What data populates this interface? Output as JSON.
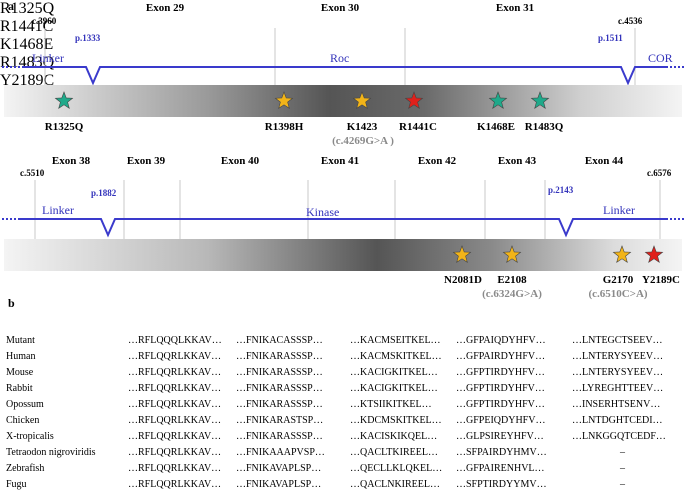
{
  "panel_a": {
    "label": "a",
    "row1": {
      "exons": [
        "Exon 29",
        "Exon 30",
        "Exon 31"
      ],
      "c_start": "c.3960",
      "c_end": "c.4536",
      "p_left": "p.1333",
      "p_right": "p.1511",
      "domains": [
        "Linker",
        "Roc",
        "COR"
      ],
      "mutations": [
        {
          "label": "R1325Q",
          "color": "#1fa98a"
        },
        {
          "label": "R1398H",
          "color": "#f2b418"
        },
        {
          "label": "K1423",
          "color": "#f2b418"
        },
        {
          "label": "R1441C",
          "color": "#e0201b"
        },
        {
          "label": "K1468E",
          "color": "#1fa98a"
        },
        {
          "label": "R1483Q",
          "color": "#1fa98a"
        }
      ],
      "note": "(c.4269G>A )"
    },
    "row2": {
      "exons": [
        "Exon 38",
        "Exon 39",
        "Exon 40",
        "Exon 41",
        "Exon 42",
        "Exon 43",
        "Exon 44"
      ],
      "c_start": "c.5510",
      "c_end": "c.6576",
      "p_left": "p.1882",
      "p_right": "p.2143",
      "domains": [
        "Linker",
        "Kinase",
        "Linker"
      ],
      "mutations": [
        {
          "label": "N2081D",
          "color": "#f2b418"
        },
        {
          "label": "E2108",
          "color": "#f2b418"
        },
        {
          "label": "G2170",
          "color": "#f2b418"
        },
        {
          "label": "Y2189C",
          "color": "#e0201b"
        }
      ],
      "notes": [
        "(c.6324G>A)",
        "(c.6510C>A)"
      ]
    }
  },
  "panel_b": {
    "label": "b",
    "columns": [
      "R1325Q",
      "R1441C",
      "K1468E",
      "R1483Q",
      "Y2189C"
    ],
    "rows": [
      {
        "species": "Mutant",
        "seqs": [
          "…RFLQQQLKKAV…",
          "…FNIKACASSSP…",
          "…KACMSEITKEL…",
          "…GFPAIQDYHFV…",
          "…LNTEGCTSEEV…"
        ]
      },
      {
        "species": "Human",
        "seqs": [
          "…RFLQQRLKKAV…",
          "…FNIKARASSSP…",
          "…KACMSKITKEL…",
          "…GFPAIRDYHFV…",
          "…LNTERYSYEEV…"
        ]
      },
      {
        "species": "Mouse",
        "seqs": [
          "…RFLQQRLKKAV…",
          "…FNIKARASSSP…",
          "…KACIGKITKEL…",
          "…GFPTIRDYHFV…",
          "…LNTERYSYEEV…"
        ]
      },
      {
        "species": "Rabbit",
        "seqs": [
          "…RFLQQRLKKAV…",
          "…FNIKARASSSP…",
          "…KACIGKITKEL…",
          "…GFPTIRDYHFV…",
          "…LYREGHTTEEV…"
        ]
      },
      {
        "species": "Opossum",
        "seqs": [
          "…RFLQQRLKKAV…",
          "…FNIKARASSSP…",
          "…KTSIIKITKEL…",
          "…GFPTIRDYHFV…",
          "…INSERHTSENV…"
        ]
      },
      {
        "species": "Chicken",
        "seqs": [
          "…RFLQQRLKKAV…",
          "…FNIKARASTSP…",
          "…KDCMSKITKEL…",
          "…GFPEIQDYHFV…",
          "…LNTDGHTCEDI…"
        ]
      },
      {
        "species": "X-tropicalis",
        "seqs": [
          "…RFLQQRLKKAV…",
          "…FNIKARASSSP…",
          "…KACISKIKQEL…",
          "…GLPSIREYHFV…",
          "…LNKGGQTCEDF…"
        ]
      },
      {
        "species": "Tetraodon nigroviridis",
        "seqs": [
          "…RFLQQRLKKAV…",
          "…FNIKAAAPVSP…",
          "…QACLTKIREEL…",
          "…SFPAIRDYHMV…",
          "–"
        ]
      },
      {
        "species": "Zebrafish",
        "seqs": [
          "…RFLQQRLKKAV…",
          "…FNIKAVAPLSP…",
          "…QECLLKLQKEL…",
          "…GFPAIRENHVL…",
          "–"
        ]
      },
      {
        "species": "Fugu",
        "seqs": [
          "…RFLQQRLKKAV…",
          "…FNIKAVAPLSP…",
          "…QACLNKIREEL…",
          "…SFPTIRDYYMV…",
          "–"
        ]
      }
    ]
  },
  "colors": {
    "line": "#3a3acc",
    "label_blue": "#3333bb",
    "star_teal": "#1fa98a",
    "star_yellow": "#f2b418",
    "star_red": "#e0201b"
  }
}
